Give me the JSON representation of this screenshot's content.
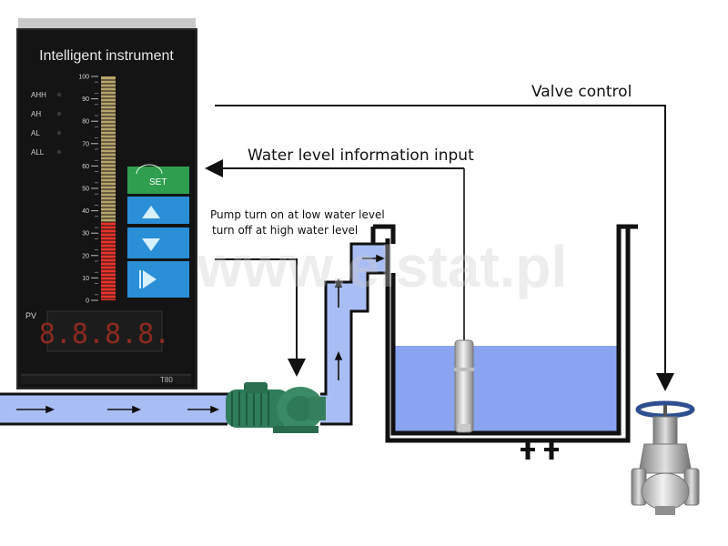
{
  "instrument": {
    "title": "Intelligent instrument",
    "alarms": [
      "AHH",
      "AH",
      "AL",
      "ALL"
    ],
    "scale": [
      "100",
      "90",
      "80",
      "70",
      "60",
      "50",
      "40",
      "30",
      "20",
      "10",
      "0"
    ],
    "level_percent": 35,
    "set_label": "SET",
    "pv_label": "PV",
    "display": "8.8.8.8.",
    "model": "T80"
  },
  "labels": {
    "valve_control": "Valve control",
    "level_input": "Water level information input",
    "pump_line1": "Pump turn on at low water level",
    "pump_line2": "turn off at high water level"
  },
  "watermark": "www.elstat.pl",
  "colors": {
    "water": "#8aa4f0",
    "pipe_water": "#a9bdf5",
    "bar_red": "#e8342a",
    "bar_empty": "#b7a56a",
    "set_green": "#2f9e4f",
    "button_blue": "#2a8fd6",
    "pump_green": "#2f7d5a"
  }
}
